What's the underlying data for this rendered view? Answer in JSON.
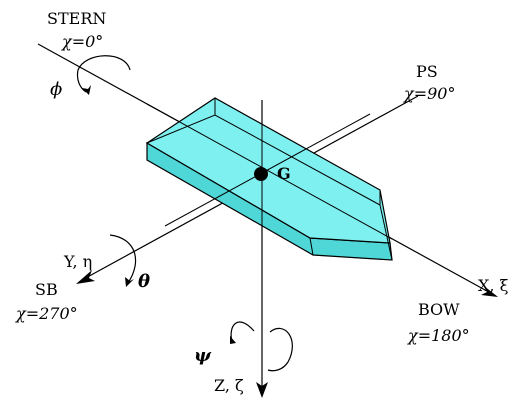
{
  "labels": {
    "stern": "STERN",
    "stern_chi": "χ=0°",
    "phi": "ϕ",
    "ps": "PS",
    "ps_chi": "χ=90°",
    "cog": "G",
    "y_axis": "Y, η",
    "theta": "θ",
    "sb": "SB",
    "sb_chi": "χ=270°",
    "x_axis": "X, ξ",
    "bow": "BOW",
    "bow_chi": "χ=180°",
    "psi": "ψ",
    "z_axis": "Z, ζ"
  },
  "colors": {
    "hull_fill": "#66e6e6",
    "hull_top": "#7ff0f0",
    "hull_side": "#4fd6d6",
    "stroke": "#000000"
  }
}
